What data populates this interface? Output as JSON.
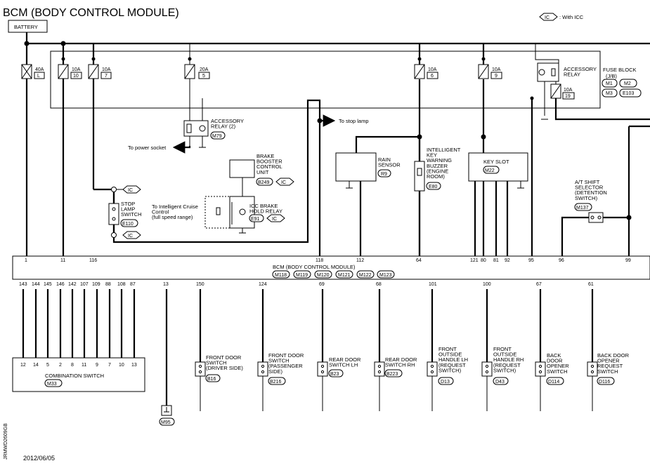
{
  "title": "BCM (BODY CONTROL MODULE)",
  "legend": {
    "tag": "IC",
    "text": ": With ICC"
  },
  "battery": "BATTERY",
  "date": "2012/06/05",
  "side_code": "JRMWD2609GB",
  "ground_symbol": "⏚",
  "fuses": [
    {
      "amp": "40A",
      "id": "L"
    },
    {
      "amp": "10A",
      "id": "10"
    },
    {
      "amp": "10A",
      "id": "7"
    },
    {
      "amp": "20A",
      "id": "5"
    },
    {
      "amp": "10A",
      "id": "6"
    },
    {
      "amp": "10A",
      "id": "9"
    },
    {
      "amp": "10A",
      "id": "19"
    }
  ],
  "fuse_block": {
    "line1": "FUSE BLOCK",
    "line2": "(J/B)",
    "c1": "M1",
    "c2": "M2",
    "c3": "M3",
    "c4": "E103"
  },
  "accessory_relay": "ACCESSORY\nRELAY",
  "accessory_relay2": {
    "name": "ACCESSORY\nRELAY (2)",
    "conn": "M79"
  },
  "to_power_socket": "To power socket",
  "to_stop_lamp": "To stop lamp",
  "brake_booster": {
    "name": "BRAKE\nBOOSTER\nCONTROL\nUNIT",
    "conn": "B249"
  },
  "icc_relay": {
    "name": "ICC BRAKE\nHOLD RELAY",
    "conn": "E91"
  },
  "to_intelligent": "To Intelligent Cruise\nControl\n(full speed range)",
  "stop_lamp_switch": {
    "name": "STOP\nLAMP\nSWITCH",
    "conn": "E110"
  },
  "rain_sensor": {
    "name": "RAIN\nSENSOR",
    "conn": "R9"
  },
  "buzzer": {
    "name": "INTELLIGENT\nKEY\nWARNING\nBUZZER\n(ENGINE\nROOM)",
    "conn": "E80"
  },
  "key_slot": {
    "name": "KEY SLOT",
    "conn": "M22"
  },
  "at_shift": {
    "name": "A/T SHIFT\nSELECTOR\n(DETENTION\nSWITCH)",
    "conn": "M137"
  },
  "bcm": {
    "name": "BCM (BODY CONTROL MODULE)",
    "conns": [
      "M118",
      "M119",
      "M120",
      "M121",
      "M122",
      "M123"
    ]
  },
  "bcm_top_pins": [
    "1",
    "11",
    "116",
    "118",
    "112",
    "64",
    "121",
    "80",
    "81",
    "92",
    "95",
    "96",
    "99"
  ],
  "bcm_bottom_pins": [
    "143",
    "144",
    "145",
    "146",
    "142",
    "107",
    "109",
    "88",
    "108",
    "87",
    "13",
    "150",
    "124",
    "69",
    "68",
    "101",
    "100",
    "67",
    "61"
  ],
  "combination_switch": {
    "name": "COMBINATION SWITCH",
    "conn": "M33",
    "pins": [
      "12",
      "14",
      "5",
      "2",
      "8",
      "11",
      "9",
      "7",
      "10",
      "13"
    ]
  },
  "ground_conn": "M95",
  "bottom_switches": [
    {
      "name": "FRONT DOOR\nSWITCH\n(DRIVER SIDE)",
      "conn": "B16"
    },
    {
      "name": "FRONT DOOR\nSWITCH\n(PASSENGER\nSIDE)",
      "conn": "B216"
    },
    {
      "name": "REAR DOOR\nSWITCH LH",
      "conn": "B23"
    },
    {
      "name": "REAR DOOR\nSWITCH RH",
      "conn": "B223"
    },
    {
      "name": "FRONT\nOUTSIDE\nHANDLE LH\n(REQUEST\nSWITCH)",
      "conn": "D13"
    },
    {
      "name": "FRONT\nOUTSIDE\nHANDLE RH\n(REQUEST\nSWITCH)",
      "conn": "D43"
    },
    {
      "name": "BACK\nDOOR\nOPENER\nSWITCH",
      "conn": "D114"
    },
    {
      "name": "BACK DOOR\nOPENER\nREQUEST\nSWITCH",
      "conn": "D116"
    }
  ]
}
